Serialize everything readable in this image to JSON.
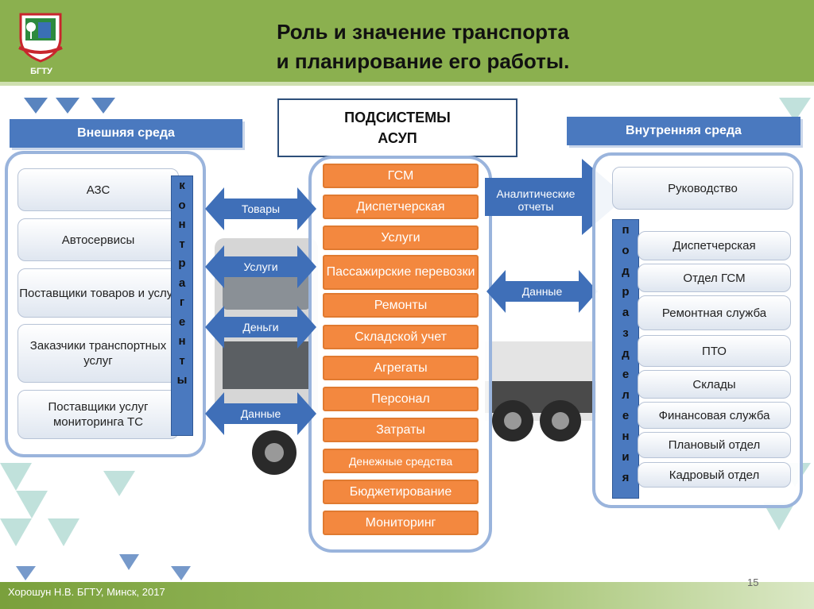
{
  "header": {
    "title_line1": "Роль и значение транспорта",
    "title_line2": "и планирование его работы.",
    "logo_caption": "БГТУ"
  },
  "subsystems": {
    "title_line1": "ПОДСИСТЕМЫ",
    "title_line2": "АСУП",
    "items": [
      "ГСМ",
      "Диспетчерская",
      "Услуги",
      "Пассажирские перевозки",
      "Ремонты",
      "Складской учет",
      "Агрегаты",
      "Персонал",
      "Затраты",
      "Денежные средства",
      "Бюджетирование",
      "Мониторинг"
    ]
  },
  "external": {
    "header": "Внешняя среда",
    "items": [
      "АЗС",
      "Автосервисы",
      "Поставщики товаров и услуг",
      "Заказчики транспортных услуг",
      "Поставщики услуг мониторинга ТС"
    ],
    "vertical_label": "контрагенты"
  },
  "internal": {
    "header": "Внутренняя среда",
    "top_item": "Руководство",
    "items": [
      "Диспетчерская",
      "Отдел ГСМ",
      "Ремонтная служба",
      "ПТО",
      "Склады",
      "Финансовая служба",
      "Плановый отдел",
      "Кадровый отдел"
    ],
    "vertical_label": "подразделения"
  },
  "arrows": {
    "left": [
      "Товары",
      "Услуги",
      "Деньги",
      "Данные"
    ],
    "analytics": "Аналитические отчеты",
    "data_right": "Данные"
  },
  "footer": {
    "author": "Хорошун Н.В. БГТУ, Минск, 2017",
    "page_number": "15"
  },
  "colors": {
    "header_green": "#8bb04f",
    "accent_blue": "#4a79bf",
    "orange": "#f3883f"
  }
}
